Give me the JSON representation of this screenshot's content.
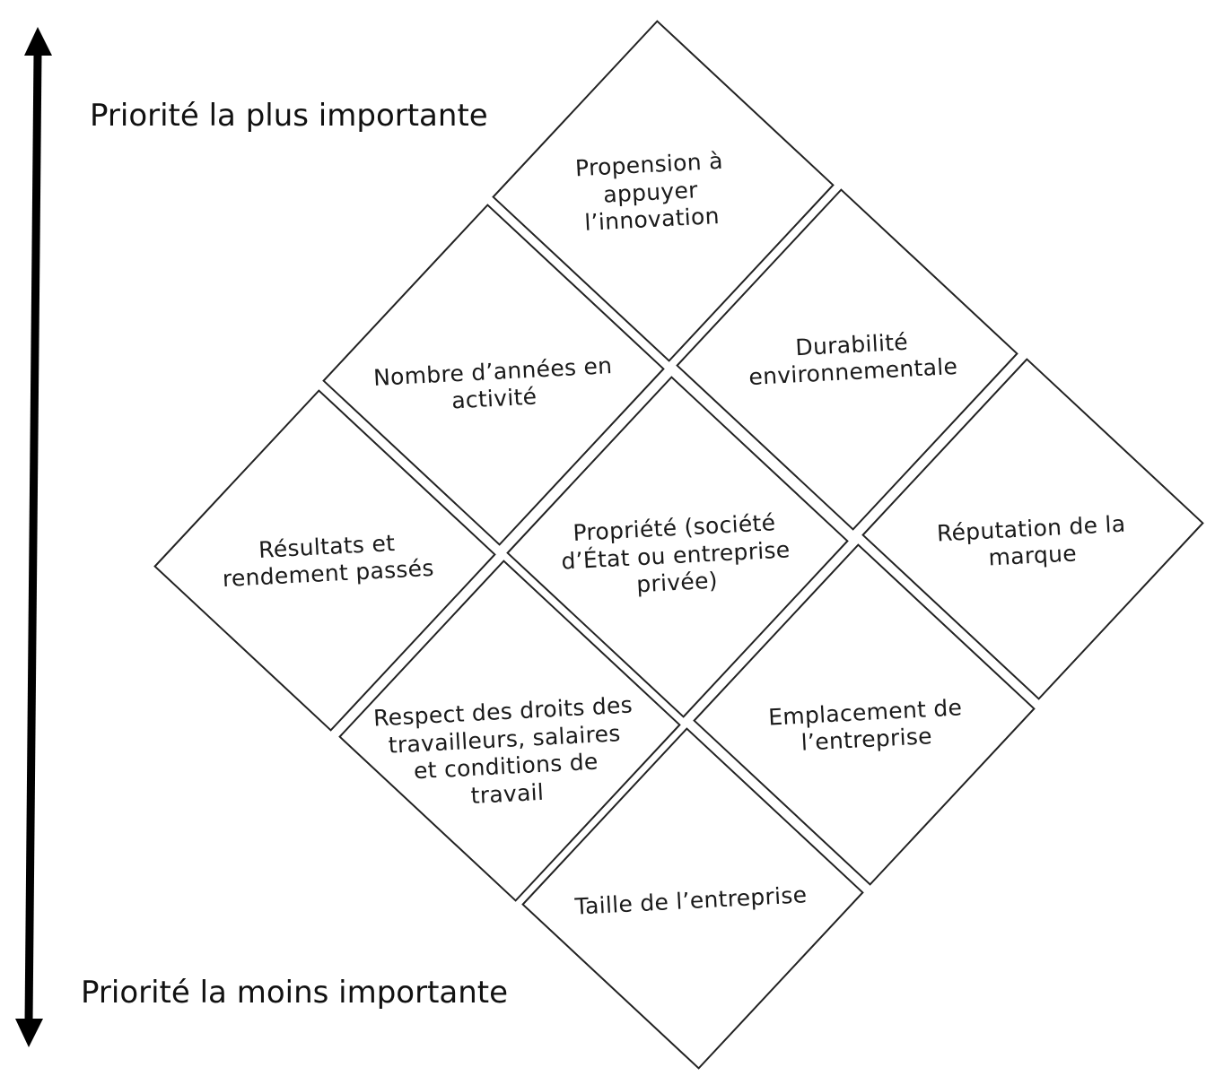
{
  "axis": {
    "top_label": "Priorité la plus importante",
    "bottom_label": "Priorité la moins importante"
  },
  "cards": [
    {
      "id": "innovation",
      "text": "Propension à appuyer l’innovation"
    },
    {
      "id": "annees",
      "text": "Nombre d’années en activité"
    },
    {
      "id": "durabilite",
      "text": "Durabilité environnementale"
    },
    {
      "id": "resultats",
      "text": "Résultats et rendement passés"
    },
    {
      "id": "propriete",
      "text": "Propriété (société d’État ou entreprise privée)"
    },
    {
      "id": "reputation",
      "text": "Réputation de la marque"
    },
    {
      "id": "droits",
      "text": "Respect des droits des travailleurs, salaires et conditions de travail"
    },
    {
      "id": "emplacement",
      "text": "Emplacement de l’entreprise"
    },
    {
      "id": "taille",
      "text": "Taille de l’entreprise"
    }
  ],
  "colors": {
    "stroke": "#222222",
    "text": "#1a1a1a",
    "arrow": "#000000"
  }
}
